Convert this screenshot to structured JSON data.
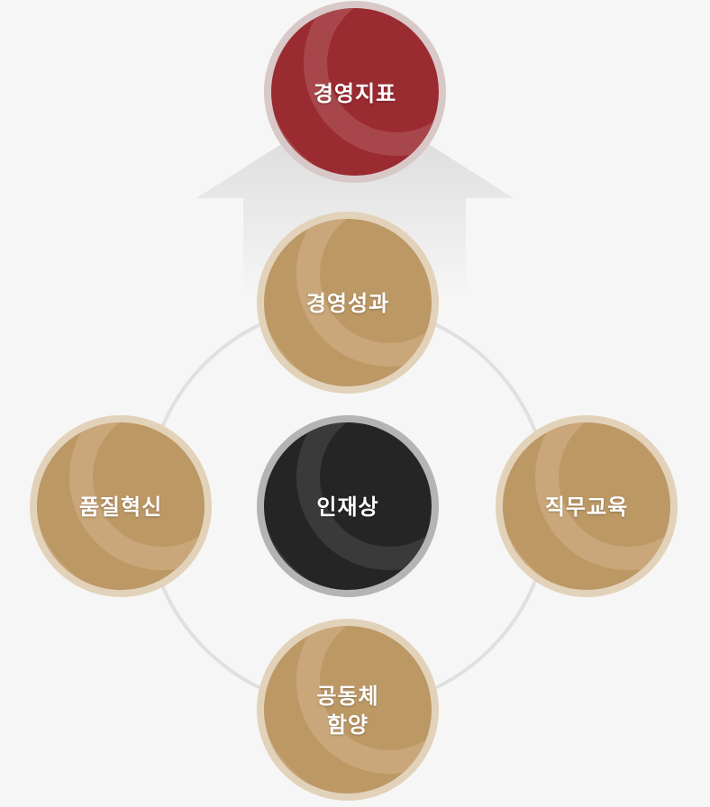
{
  "nodes": [
    {
      "id": "management-index",
      "label": "경영지표",
      "style": "red"
    },
    {
      "id": "management-performance",
      "label": "경영성과",
      "style": "tan"
    },
    {
      "id": "ideal-talent",
      "label": "인재상",
      "style": "dark"
    },
    {
      "id": "quality-innovation",
      "label": "품질혁신",
      "style": "tan"
    },
    {
      "id": "job-education",
      "label": "직무교육",
      "style": "tan"
    },
    {
      "id": "community-cultivation",
      "label_line1": "공동체",
      "label_line2": "함양",
      "style": "tan"
    }
  ],
  "colors": {
    "background": "#f6f6f6",
    "red_base": "#9a2b31",
    "red_light": "#a8474b",
    "red_ring": "#d9c8c8",
    "tan_base": "#bc9865",
    "tan_light": "#c9a77a",
    "tan_ring": "#e3d2ba",
    "dark_base": "#252525",
    "dark_light": "#3a3a3a",
    "dark_ring": "#b4b4b4",
    "cycle_ring": "#e0e0e0",
    "arrow_top": "#d8d8d8",
    "arrow_bottom": "#f6f6f6"
  }
}
